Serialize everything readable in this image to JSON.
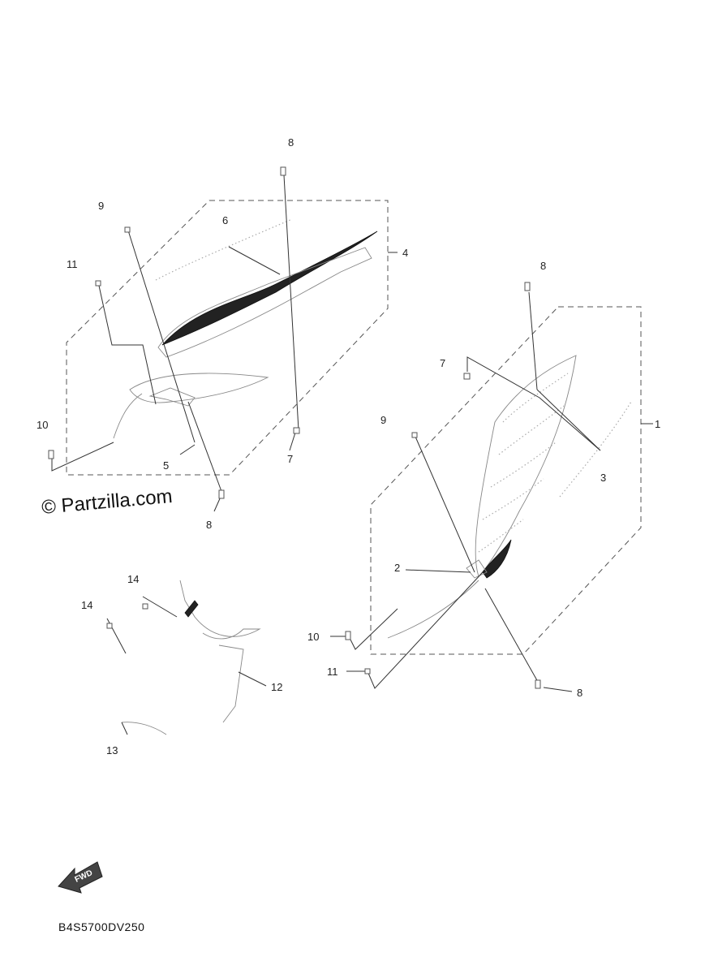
{
  "callouts": {
    "c1": "1",
    "c2": "2",
    "c3": "3",
    "c4": "4",
    "c5": "5",
    "c6": "6",
    "c7a": "7",
    "c7b": "7",
    "c8a": "8",
    "c8b": "8",
    "c8c": "8",
    "c8d": "8",
    "c9a": "9",
    "c9b": "9",
    "c10a": "10",
    "c10b": "10",
    "c11a": "11",
    "c11b": "11",
    "c12": "12",
    "c13": "13",
    "c14a": "14",
    "c14b": "14"
  },
  "watermark": "© Partzilla.com",
  "fwd_label": "FWD",
  "diagram_code": "B4S5700DV250"
}
